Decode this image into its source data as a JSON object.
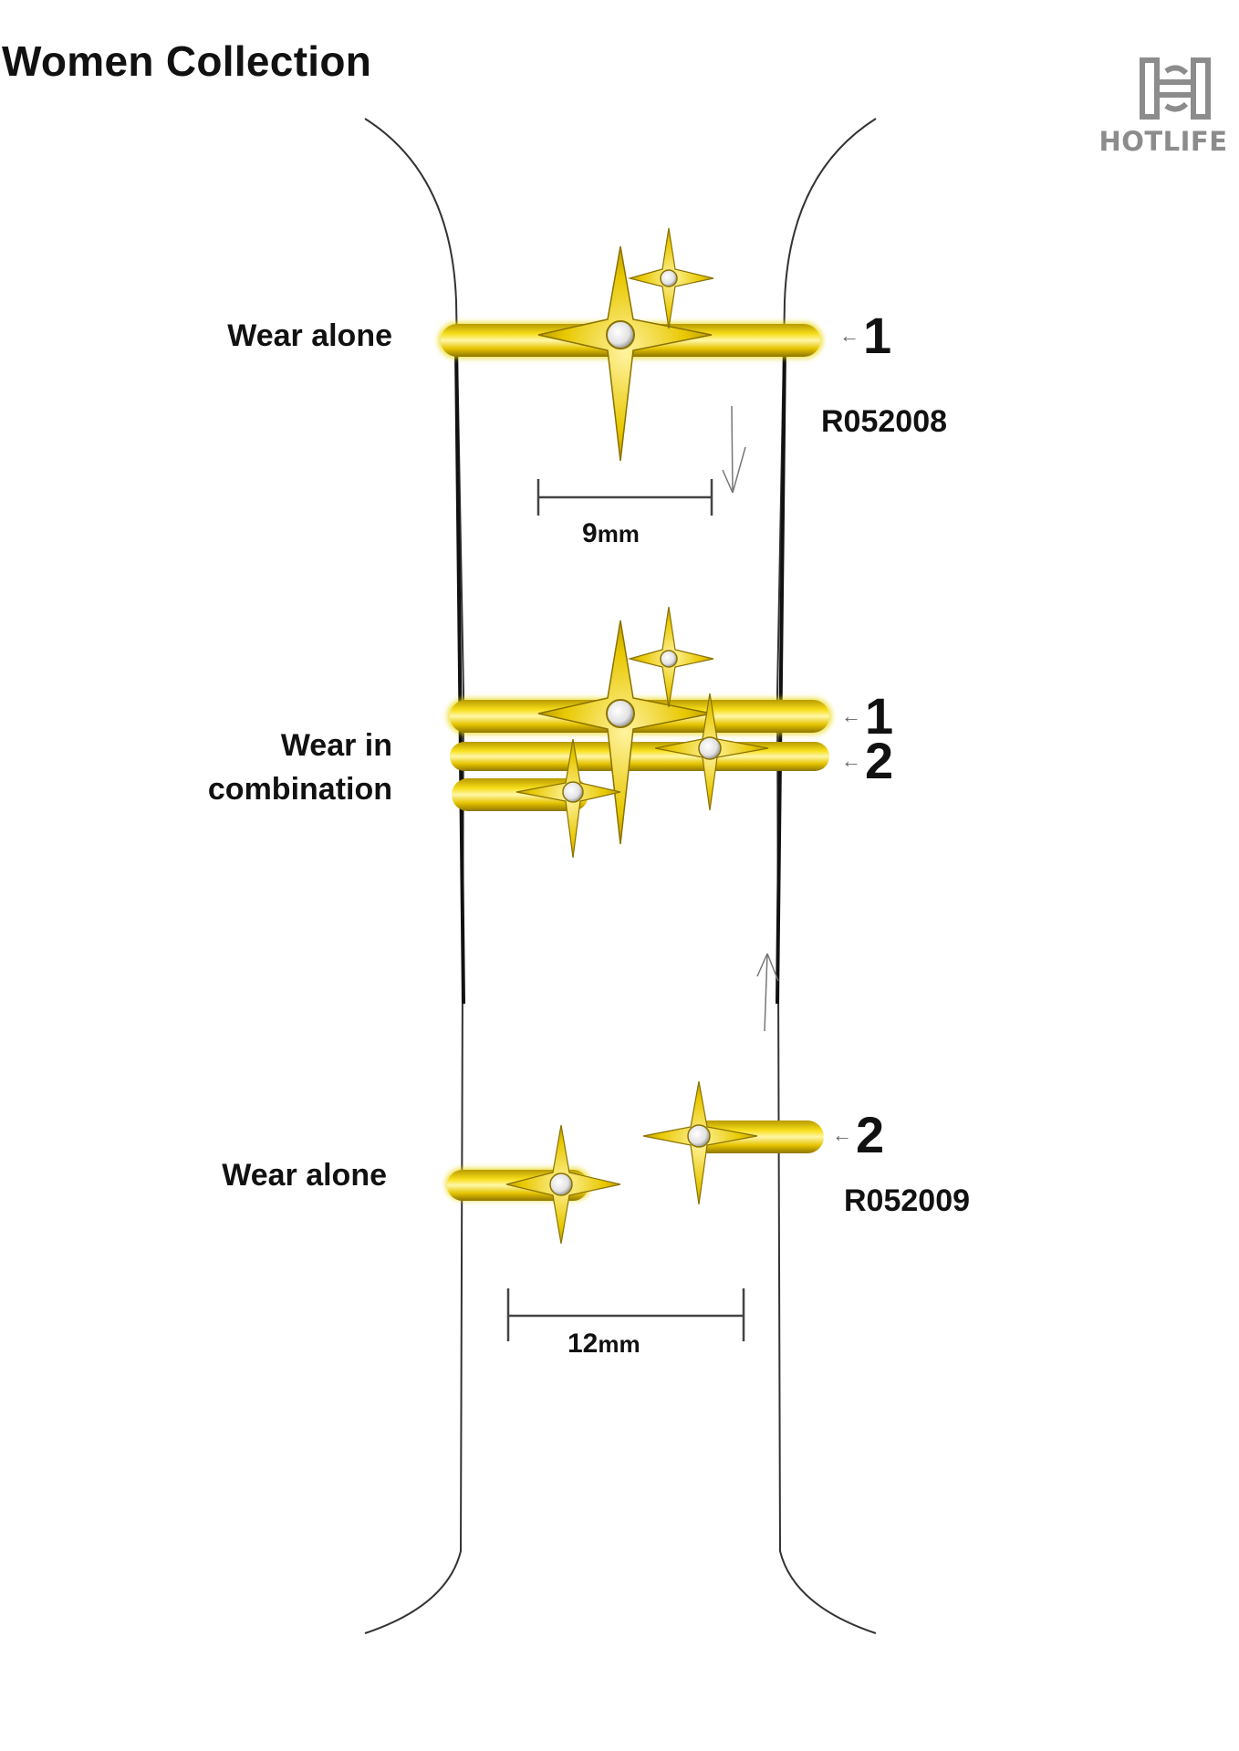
{
  "title": "Women Collection",
  "brand": {
    "name": "HOTLIFE",
    "monogram": "H"
  },
  "sections": [
    {
      "label_lines": [
        "Wear  alone"
      ],
      "markers": [
        "1"
      ],
      "code": "R052008",
      "dimension": {
        "value": "9",
        "unit": "mm"
      }
    },
    {
      "label_lines": [
        "Wear  in",
        "combination"
      ],
      "markers": [
        "1",
        "2"
      ]
    },
    {
      "label_lines": [
        "Wear  alone"
      ],
      "markers": [
        "2"
      ],
      "code": "R052009",
      "dimension": {
        "value": "12",
        "unit": "mm"
      }
    }
  ],
  "colors": {
    "gold": "#f2d400",
    "gold_dark": "#b39400",
    "gold_light": "#fff7a0",
    "finger_line": "#222222",
    "logo": "#8c8c8c"
  }
}
